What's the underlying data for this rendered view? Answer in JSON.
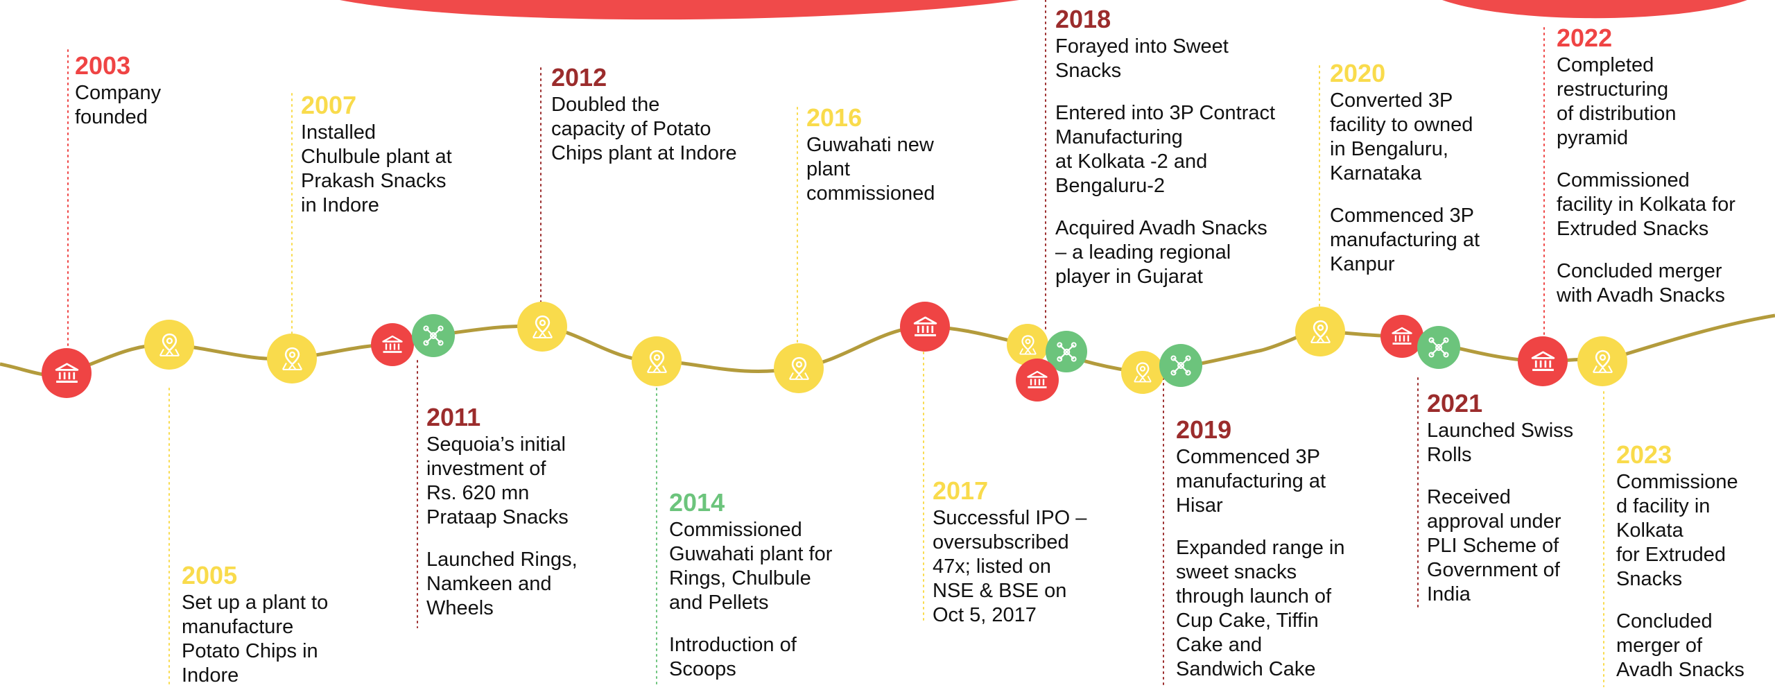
{
  "colors": {
    "red": "#EF4444",
    "darkred": "#9B2C2C",
    "yellow": "#F9DB4C",
    "green": "#6CC47C",
    "line": "#B39B3C",
    "blob": "#F04A4A"
  },
  "events": [
    {
      "year": "2003",
      "color": "red",
      "marker": "bank-icon",
      "texts": [
        "Company\nfounded"
      ]
    },
    {
      "year": "2005",
      "color": "yellow",
      "marker": "location-pin-icon",
      "texts": [
        "Set up a plant to\nmanufacture\nPotato Chips in\nIndore"
      ]
    },
    {
      "year": "2007",
      "color": "yellow",
      "marker": "location-pin-icon",
      "texts": [
        "Installed\nChulbule plant at\nPrakash Snacks\nin Indore"
      ]
    },
    {
      "year": "2011",
      "color": "darkred",
      "marker": "bank-icon",
      "texts": [
        "Sequoia’s initial\ninvestment of\nRs. 620 mn\nPrataap Snacks",
        "Launched Rings,\nNamkeen and\nWheels"
      ]
    },
    {
      "year": "2012",
      "color": "darkred",
      "marker": "location-pin-icon",
      "texts": [
        "Doubled the\ncapacity of Potato\nChips plant at Indore"
      ]
    },
    {
      "year": "2014",
      "color": "green",
      "marker": "location-pin-icon",
      "texts": [
        "Commissioned\nGuwahati plant for\nRings, Chulbule\nand Pellets",
        "Introduction of\nScoops"
      ]
    },
    {
      "year": "2016",
      "color": "yellow",
      "marker": "location-pin-icon",
      "texts": [
        "Guwahati new\nplant\ncommissioned"
      ]
    },
    {
      "year": "2017",
      "color": "yellow",
      "marker": "bank-icon",
      "texts": [
        "Successful IPO –\noversubscribed\n47x;  listed on\nNSE & BSE on\nOct 5, 2017"
      ]
    },
    {
      "year": "2018",
      "color": "darkred",
      "marker": "location-pin-icon",
      "texts": [
        "Forayed into Sweet\nSnacks",
        "Entered into 3P Contract\nManufacturing\nat Kolkata -2 and\nBengaluru-2",
        "Acquired Avadh Snacks\n– a leading regional\nplayer in Gujarat"
      ]
    },
    {
      "year": "2019",
      "color": "darkred",
      "marker": "location-pin-icon",
      "texts": [
        "Commenced 3P\nmanufacturing at\nHisar",
        "Expanded range in\nsweet snacks\nthrough launch of\nCup Cake, Tiffin\nCake and\nSandwich Cake"
      ]
    },
    {
      "year": "2020",
      "color": "yellow",
      "marker": "location-pin-icon",
      "texts": [
        "Converted 3P\nfacility to owned\nin Bengaluru,\nKarnataka",
        "Commenced 3P\nmanufacturing at\nKanpur"
      ]
    },
    {
      "year": "2021",
      "color": "darkred",
      "marker": "bank-icon",
      "texts": [
        "Launched Swiss\nRolls",
        "Received\napproval under\nPLI Scheme of\nGovernment of\nIndia"
      ]
    },
    {
      "year": "2022",
      "color": "red",
      "marker": "bank-icon",
      "texts": [
        "Completed\nrestructuring\nof distribution\npyramid",
        "Commissioned\nfacility in Kolkata for\nExtruded Snacks",
        "Concluded merger\nwith Avadh Snacks"
      ]
    },
    {
      "year": "2023",
      "color": "yellow",
      "marker": "location-pin-icon",
      "texts": [
        "Commissione\nd facility in\nKolkata\nfor Extruded\nSnacks",
        "Concluded\nmerger of\nAvadh Snacks"
      ]
    }
  ],
  "markers": [
    {
      "icon": "bank-icon",
      "color": "red"
    },
    {
      "icon": "location-pin-icon",
      "color": "yellow"
    },
    {
      "icon": "location-pin-icon",
      "color": "yellow"
    },
    {
      "icon": "bank-icon",
      "color": "red"
    },
    {
      "icon": "network-icon",
      "color": "green"
    },
    {
      "icon": "location-pin-icon",
      "color": "yellow"
    },
    {
      "icon": "location-pin-icon",
      "color": "yellow"
    },
    {
      "icon": "location-pin-icon",
      "color": "yellow"
    },
    {
      "icon": "bank-icon",
      "color": "red"
    },
    {
      "icon": "location-pin-icon",
      "color": "yellow"
    },
    {
      "icon": "network-icon",
      "color": "green"
    },
    {
      "icon": "bank-icon",
      "color": "red"
    },
    {
      "icon": "location-pin-icon",
      "color": "yellow"
    },
    {
      "icon": "network-icon",
      "color": "green"
    },
    {
      "icon": "location-pin-icon",
      "color": "yellow"
    },
    {
      "icon": "bank-icon",
      "color": "red"
    },
    {
      "icon": "network-icon",
      "color": "green"
    },
    {
      "icon": "bank-icon",
      "color": "red"
    },
    {
      "icon": "location-pin-icon",
      "color": "yellow"
    }
  ]
}
